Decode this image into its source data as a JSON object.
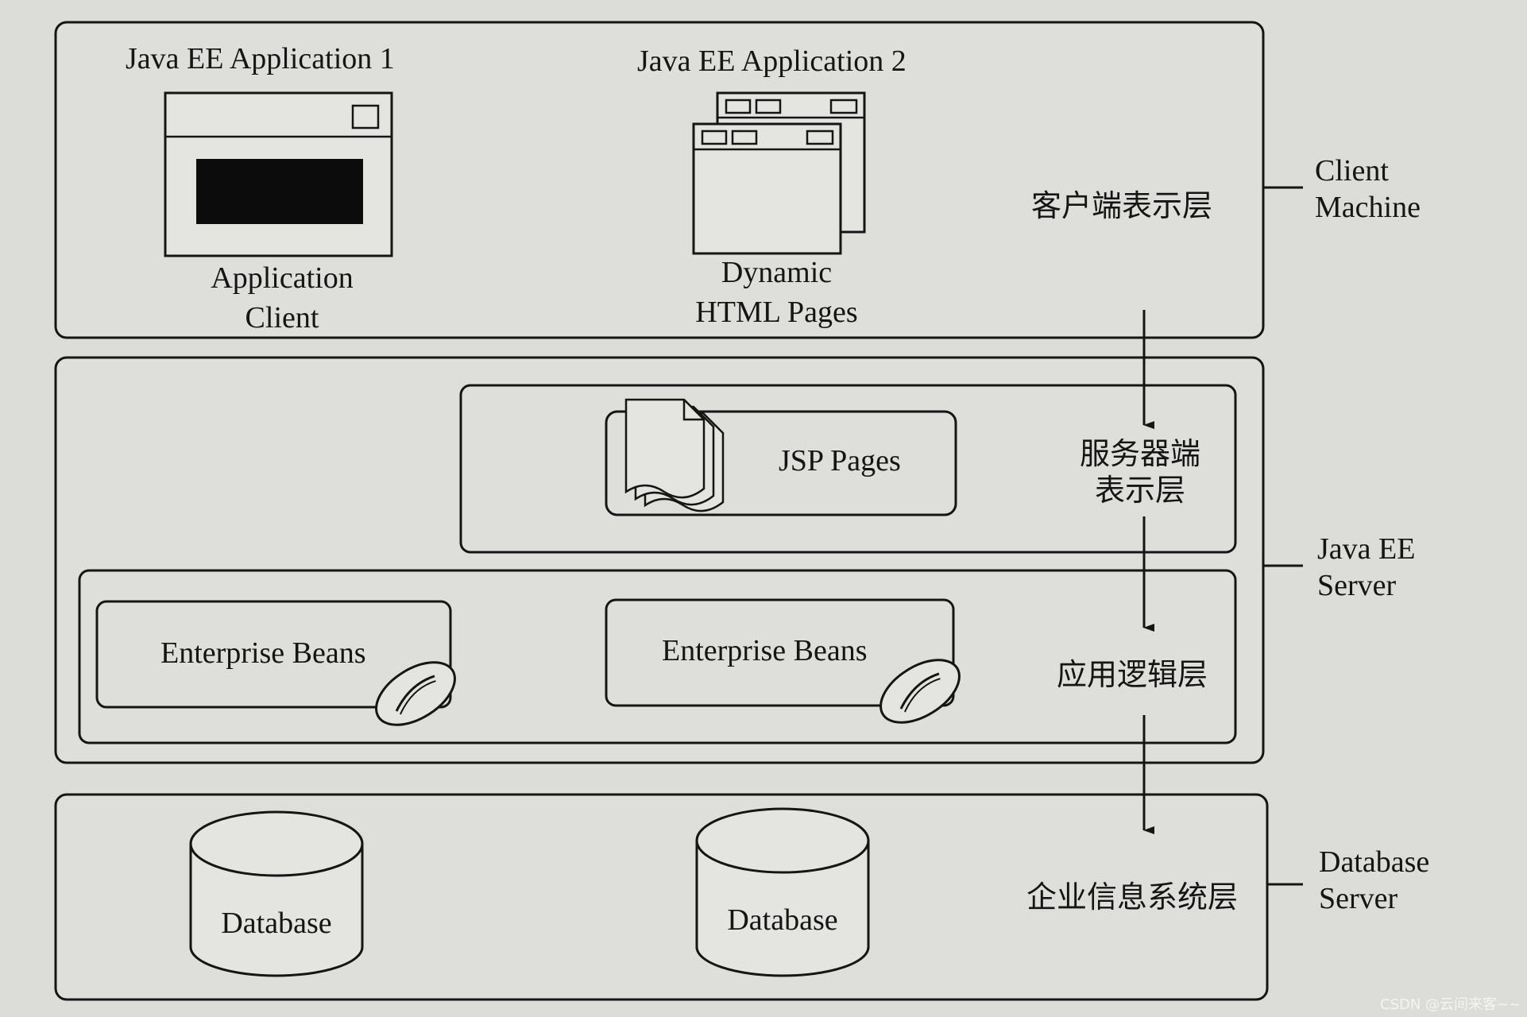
{
  "client_tier": {
    "app1_title": "Java EE Application 1",
    "app1_client_line1": "Application",
    "app1_client_line2": "Client",
    "app2_title": "Java EE Application 2",
    "app2_pages_line1": "Dynamic",
    "app2_pages_line2": "HTML Pages",
    "layer_label": "客户端表示层",
    "machine_line1": "Client",
    "machine_line2": "Machine"
  },
  "server_tier": {
    "jsp_label": "JSP Pages",
    "web_layer_line1": "服务器端",
    "web_layer_line2": "表示层",
    "bean1_label": "Enterprise Beans",
    "bean2_label": "Enterprise Beans",
    "logic_layer_label": "应用逻辑层",
    "server_line1": "Java EE",
    "server_line2": "Server"
  },
  "data_tier": {
    "db1_label": "Database",
    "db2_label": "Database",
    "layer_label": "企业信息系统层",
    "server_line1": "Database",
    "server_line2": "Server"
  },
  "watermark": "CSDN @云间来客~~"
}
